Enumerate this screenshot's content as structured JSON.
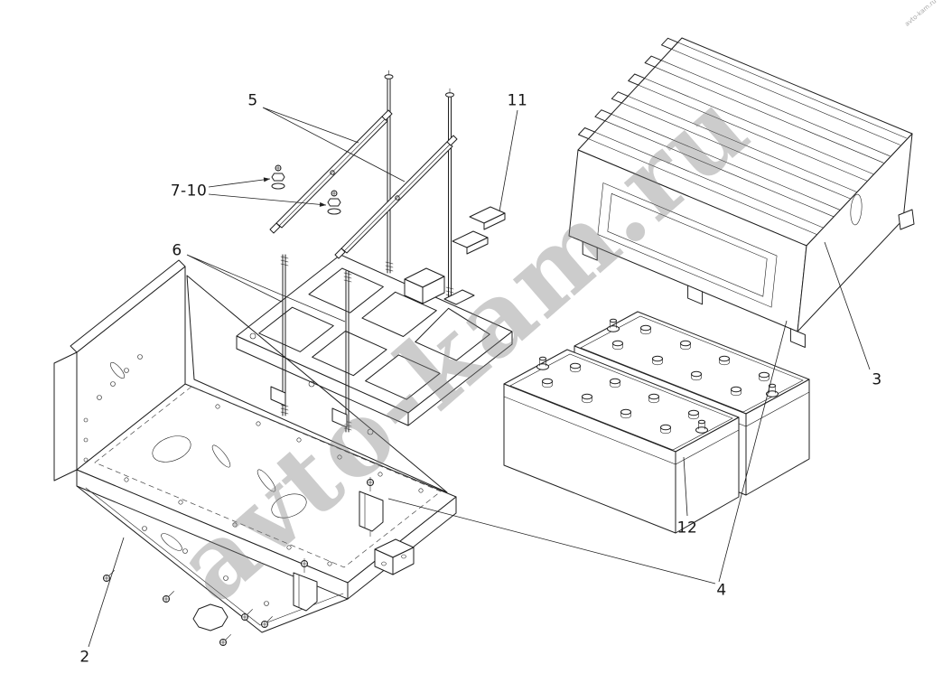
{
  "diagram": {
    "type": "exploded-parts-diagram",
    "background_color": "#ffffff",
    "line_color": "#1f1f1f",
    "watermark": {
      "text": "avto-kam.ru",
      "color": "#808080"
    },
    "corner_watermark": "avto-kam.ru",
    "callouts": [
      {
        "label": "5"
      },
      {
        "label": "11"
      },
      {
        "label": "7-10"
      },
      {
        "label": "6"
      },
      {
        "label": "3"
      },
      {
        "label": "12"
      },
      {
        "label": "4"
      },
      {
        "label": "2"
      }
    ]
  }
}
